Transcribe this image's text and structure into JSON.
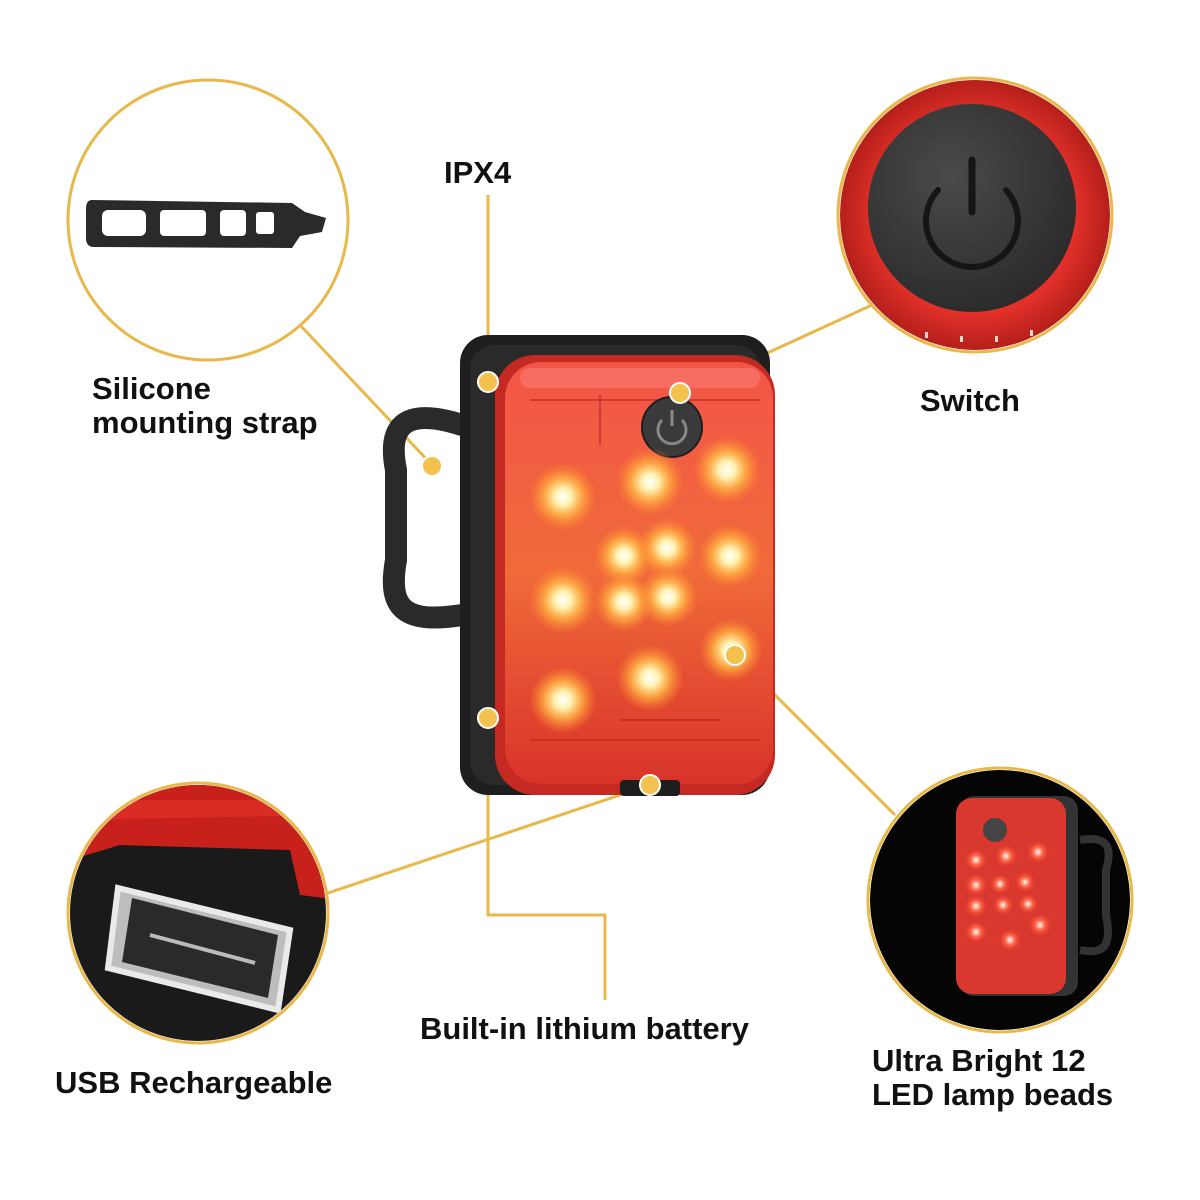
{
  "labels": {
    "ipx4": "IPX4",
    "strap_line1": "Silicone",
    "strap_line2": "mounting strap",
    "switch": "Switch",
    "battery": "Built-in lithium battery",
    "usb": "USB Rechargeable",
    "beads_line1": "Ultra Bright 12",
    "beads_line2": "LED lamp beads"
  },
  "colors": {
    "callout_line": "#E8B84A",
    "callout_dot": "#F2C14E",
    "lens_red": "#E8332C",
    "body_black": "#1E1E1E",
    "led_glow": "#FFB347"
  },
  "icons": {
    "power": "power-icon"
  }
}
